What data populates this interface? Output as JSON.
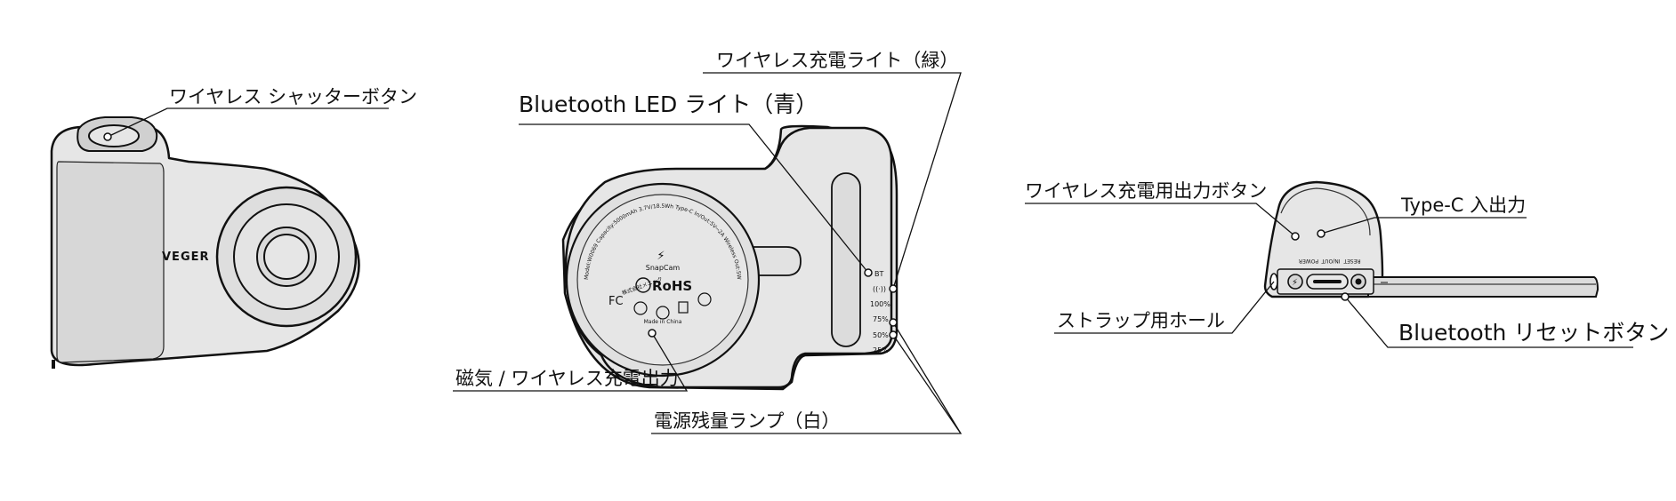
{
  "left_device": {
    "brand": "VEGER",
    "callout_shutter": "ワイヤレス シャッターボタン"
  },
  "middle_device": {
    "callout_wireless_light": "ワイヤレス充電ライト（緑）",
    "callout_bt_led": "Bluetooth LED ライト（青）",
    "callout_magnet": "磁気 / ワイヤレス充電出力",
    "callout_battery_lamp": "電源残量ランプ（白）",
    "indicator_bt": "BT",
    "indicator_100": "100%",
    "indicator_75": "75%",
    "indicator_50": "50%",
    "indicator_25": "25%",
    "disc_logo_text": "SnapCam",
    "disc_rohs": "RoHS",
    "disc_ring_text": "Model:W0069  Capacity:5000mAh 3.7V/18.5Wh  Type-C In/Out:5V⎓2A  Wireless Out:5W",
    "disc_made_in": "Made in China",
    "disc_company": "株式会社メニック"
  },
  "right_device": {
    "callout_power_button": "ワイヤレス充電用出力ボタン",
    "callout_typec": "Type-C 入出力",
    "callout_strap": "ストラップ用ホール",
    "callout_reset": "Bluetooth リセットボタン",
    "label_power": "POWER",
    "label_inout": "IN/OUT",
    "label_reset": "RESET"
  }
}
